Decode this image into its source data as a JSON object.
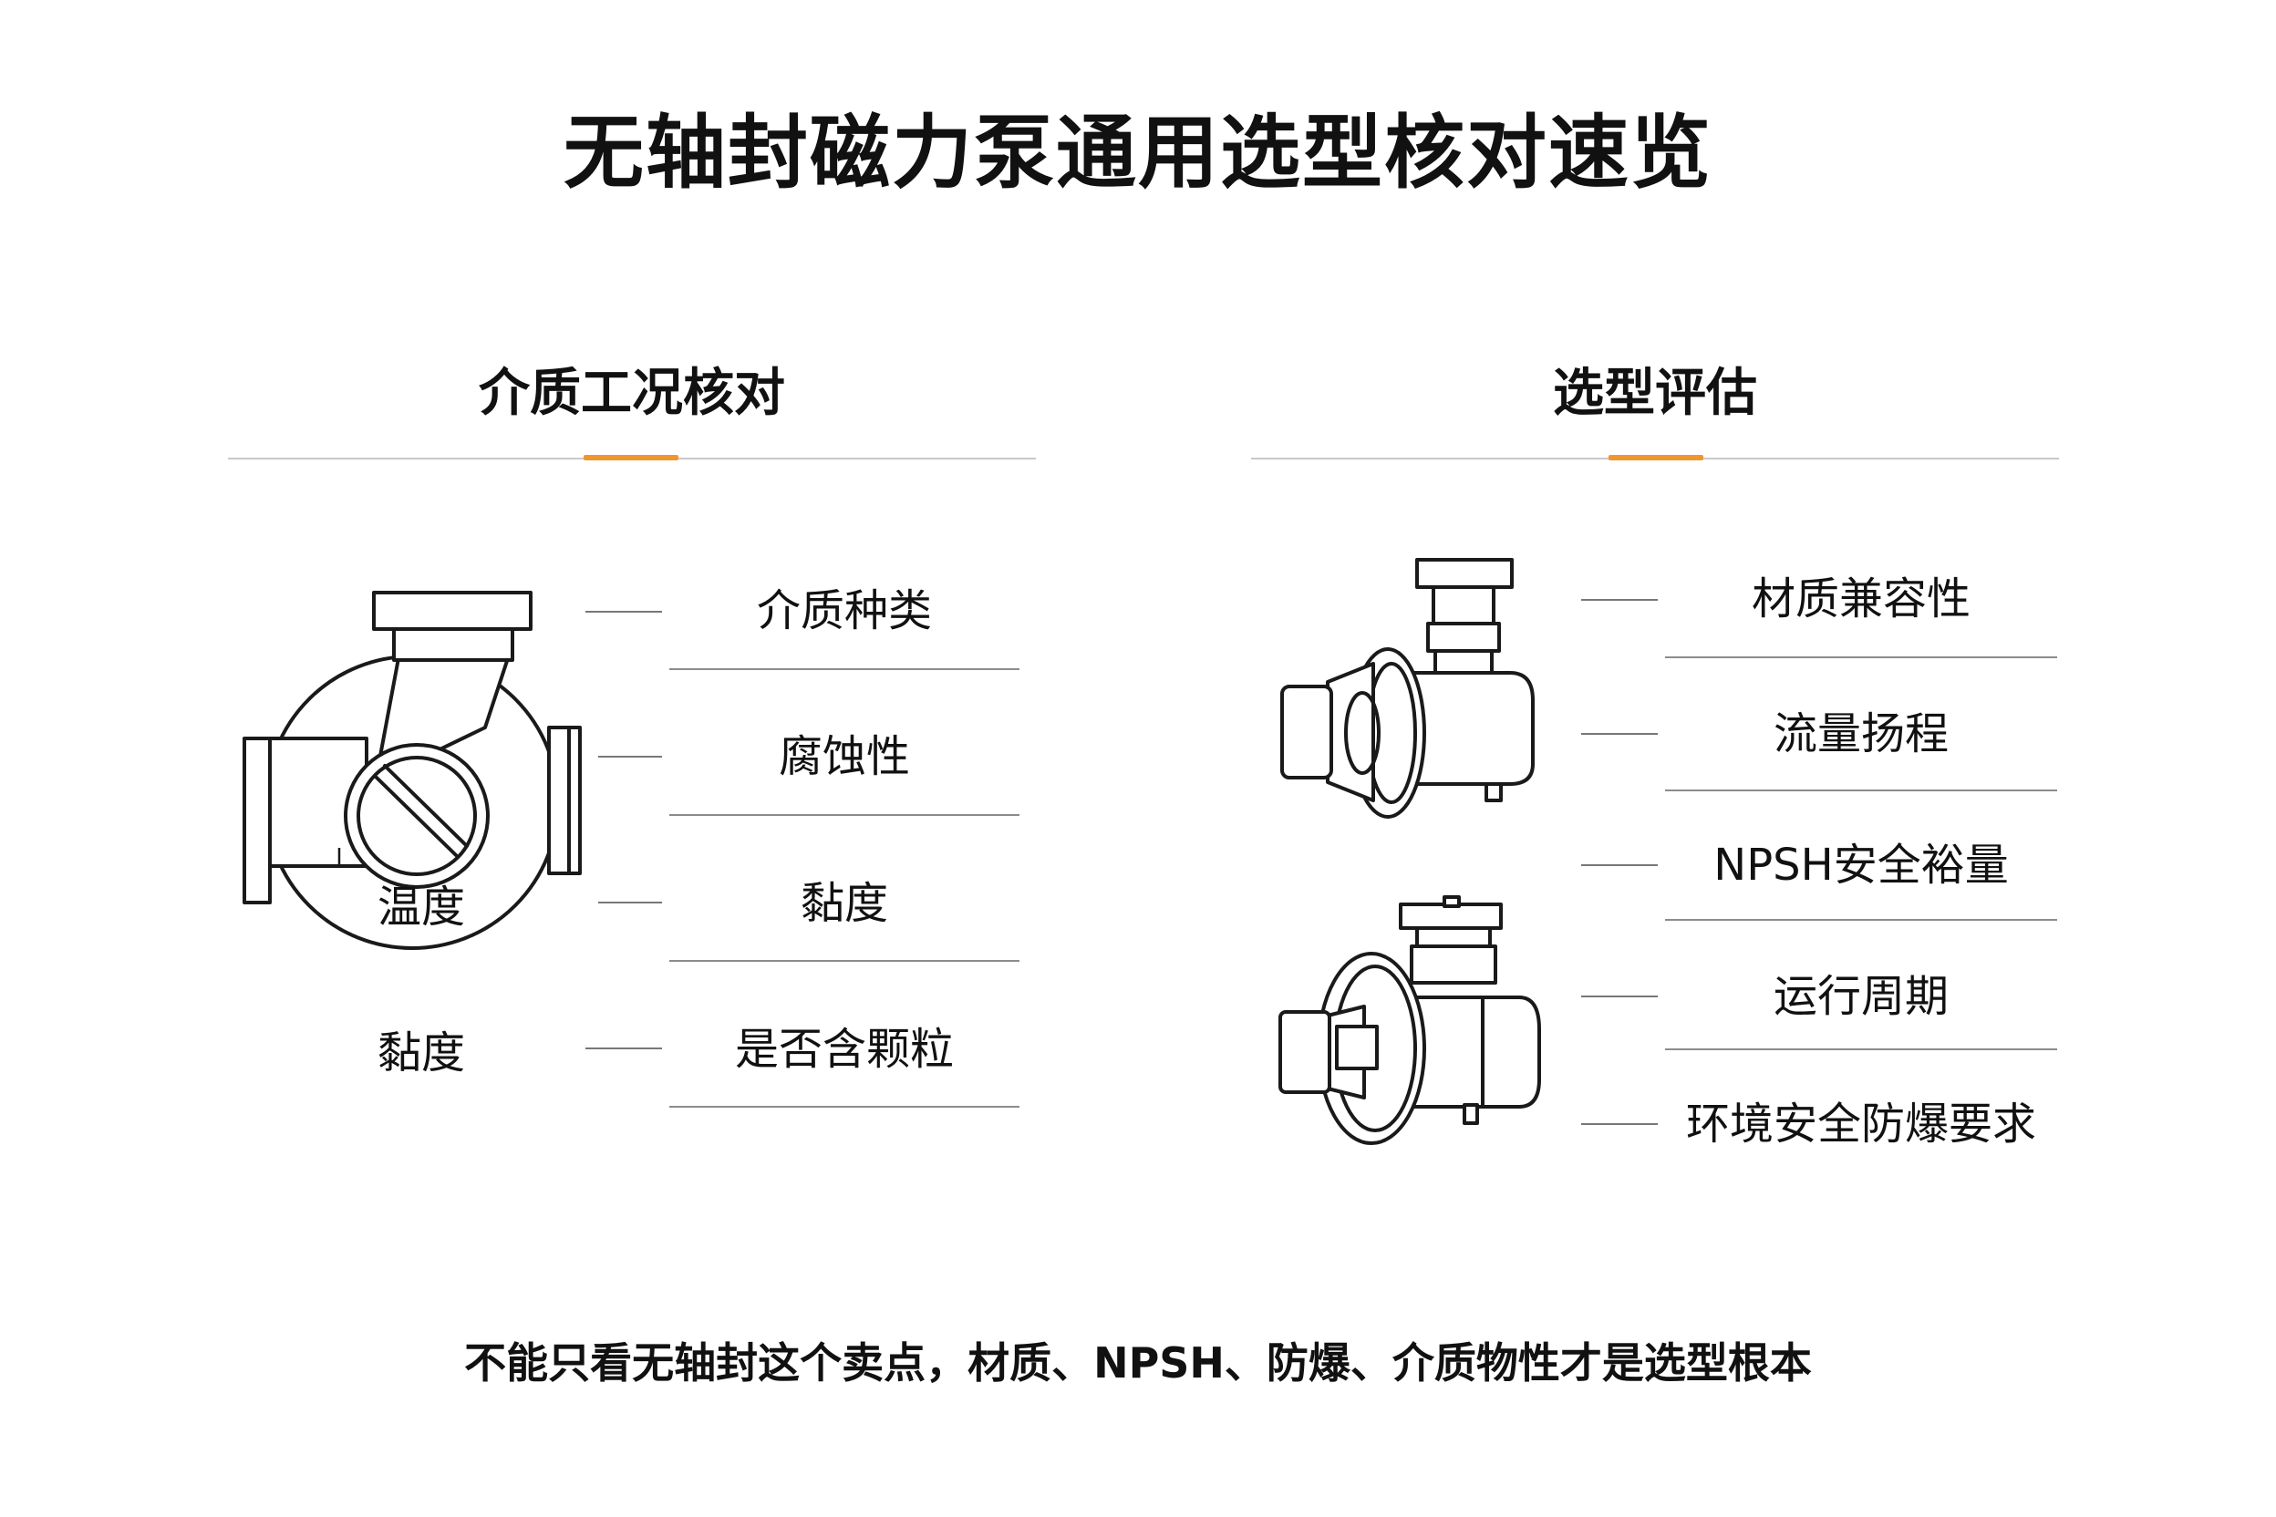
{
  "title": "无轴封磁力泵通用选型核对速览",
  "left_section": {
    "title": "介质工况核对",
    "illustration_labels": [
      "温度",
      "黏度"
    ],
    "items": [
      "介质种类",
      "腐蚀性",
      "黏度",
      "是否含颗粒"
    ]
  },
  "right_section": {
    "title": "选型评估",
    "items": [
      "材质兼容性",
      "流量扬程",
      "NPSH安全裕量",
      "运行周期",
      "环境安全防爆要求"
    ]
  },
  "footer": "不能只看无轴封这个卖点，材质、NPSH、防爆、介质物性才是选型根本",
  "colors": {
    "accent": "#f0962e",
    "text": "#111111",
    "rule": "#8c8c8c"
  },
  "icons": [
    "centrifugal-pump-icon",
    "magnetic-pump-icon",
    "magnetic-pump-icon"
  ]
}
